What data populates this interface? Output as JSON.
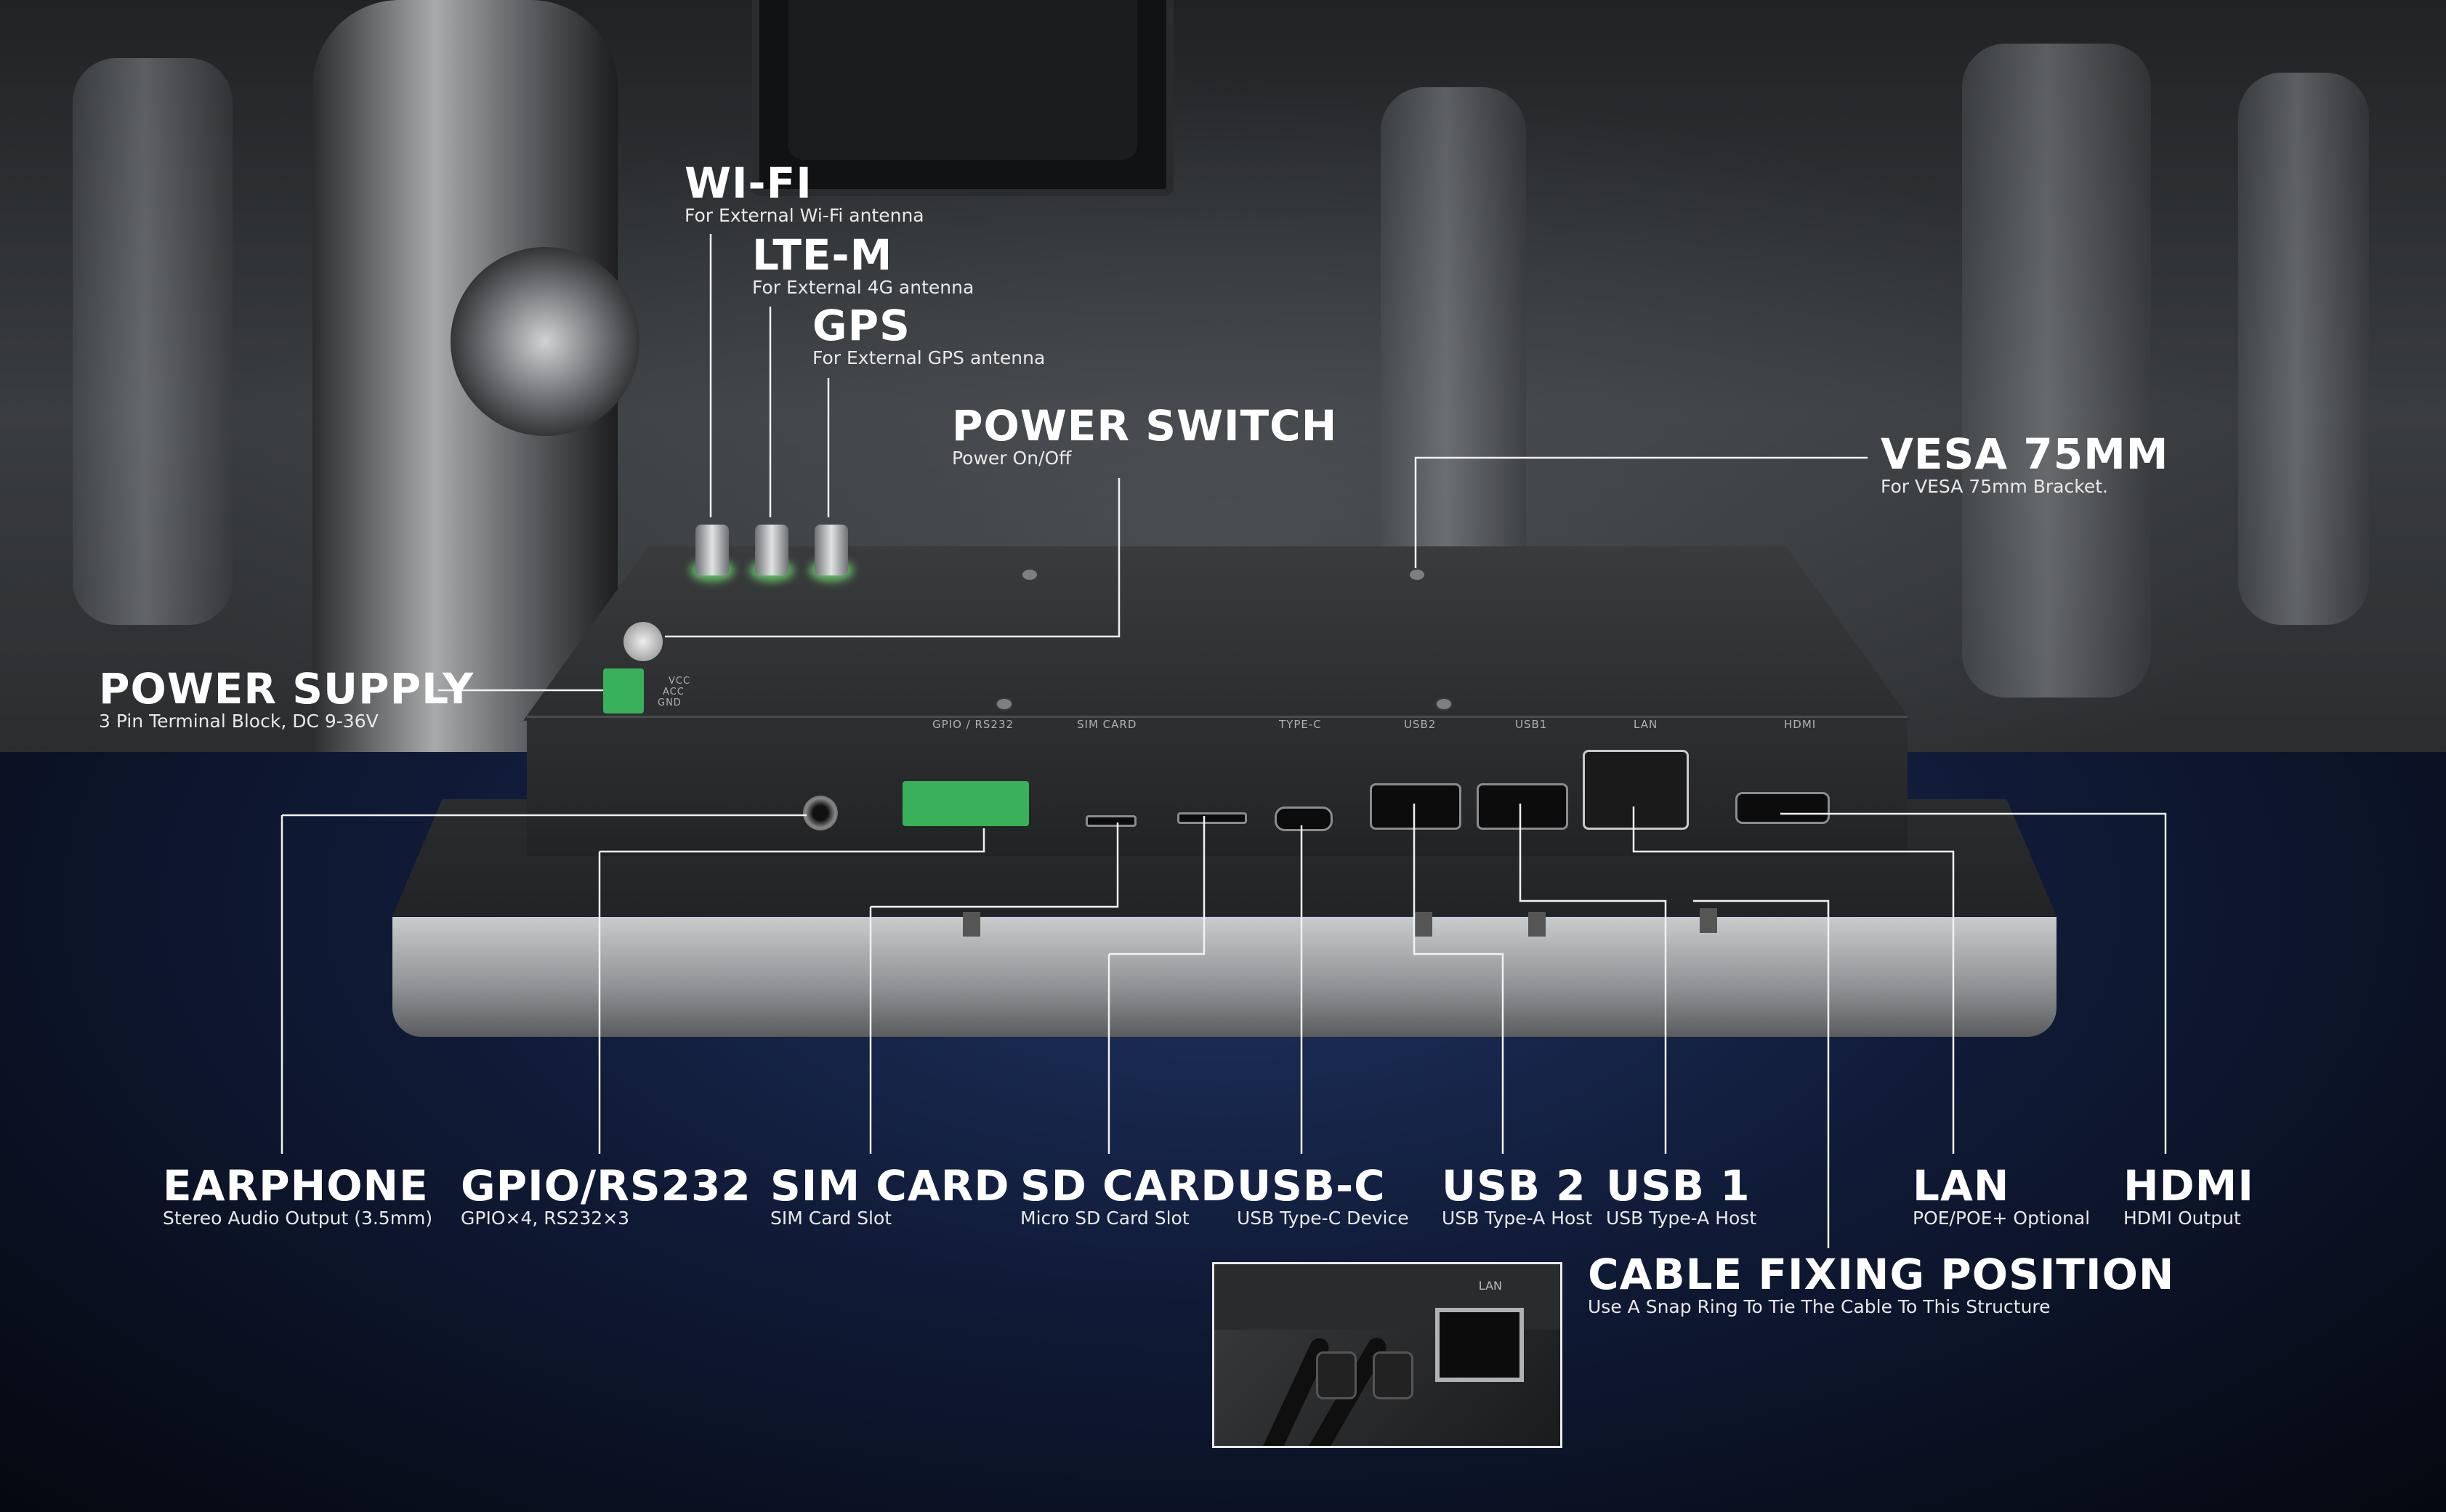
{
  "callouts": {
    "wifi": {
      "title": "WI-FI",
      "sub": "For External Wi-Fi antenna"
    },
    "lte": {
      "title": "LTE-M",
      "sub": "For External 4G antenna"
    },
    "gps": {
      "title": "GPS",
      "sub": "For External GPS antenna"
    },
    "power_switch": {
      "title": "POWER SWITCH",
      "sub": "Power On/Off"
    },
    "vesa": {
      "title": "VESA 75MM",
      "sub": "For VESA 75mm Bracket."
    },
    "power_supply": {
      "title": "POWER SUPPLY",
      "sub": "3 Pin Terminal Block, DC 9-36V"
    },
    "earphone": {
      "title": "EARPHONE",
      "sub": "Stereo Audio Output (3.5mm)"
    },
    "gpio": {
      "title": "GPIO/RS232",
      "sub": "GPIO×4, RS232×3"
    },
    "sim": {
      "title": "SIM CARD",
      "sub": "SIM Card Slot"
    },
    "sd": {
      "title": "SD CARD",
      "sub": "Micro SD Card Slot"
    },
    "usbc": {
      "title": "USB-C",
      "sub": "USB Type-C Device"
    },
    "usb2": {
      "title": "USB 2",
      "sub": "USB Type-A Host"
    },
    "usb1": {
      "title": "USB 1",
      "sub": "USB Type-A Host"
    },
    "lan": {
      "title": "LAN",
      "sub": "POE/POE+ Optional"
    },
    "hdmi": {
      "title": "HDMI",
      "sub": "HDMI Output"
    },
    "cable": {
      "title": "CABLE FIXING POSITION",
      "sub": "Use A Snap Ring To Tie The Cable To This Structure"
    }
  },
  "device_labels": {
    "gpio": "GPIO / RS232",
    "sim": "SIM CARD",
    "typec": "TYPE-C",
    "usb2": "USB2",
    "usb1": "USB1",
    "lan": "LAN",
    "hdmi": "HDMI",
    "vcc": "VCC",
    "acc": "ACC",
    "gnd": "GND"
  },
  "inset": {
    "lan_label": "LAN"
  }
}
